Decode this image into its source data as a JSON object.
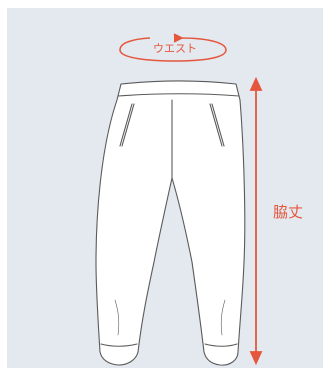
{
  "labels": {
    "waist": "ウエスト",
    "length": "脇丈"
  },
  "colors": {
    "background": "#e4e8ef",
    "accent": "#e4573d",
    "outline": "#5a5a5a",
    "garment_fill": "#ffffff"
  },
  "icons": {
    "waist_arrow": "rotate-arrow",
    "length_arrow": "double-vertical-arrow"
  }
}
